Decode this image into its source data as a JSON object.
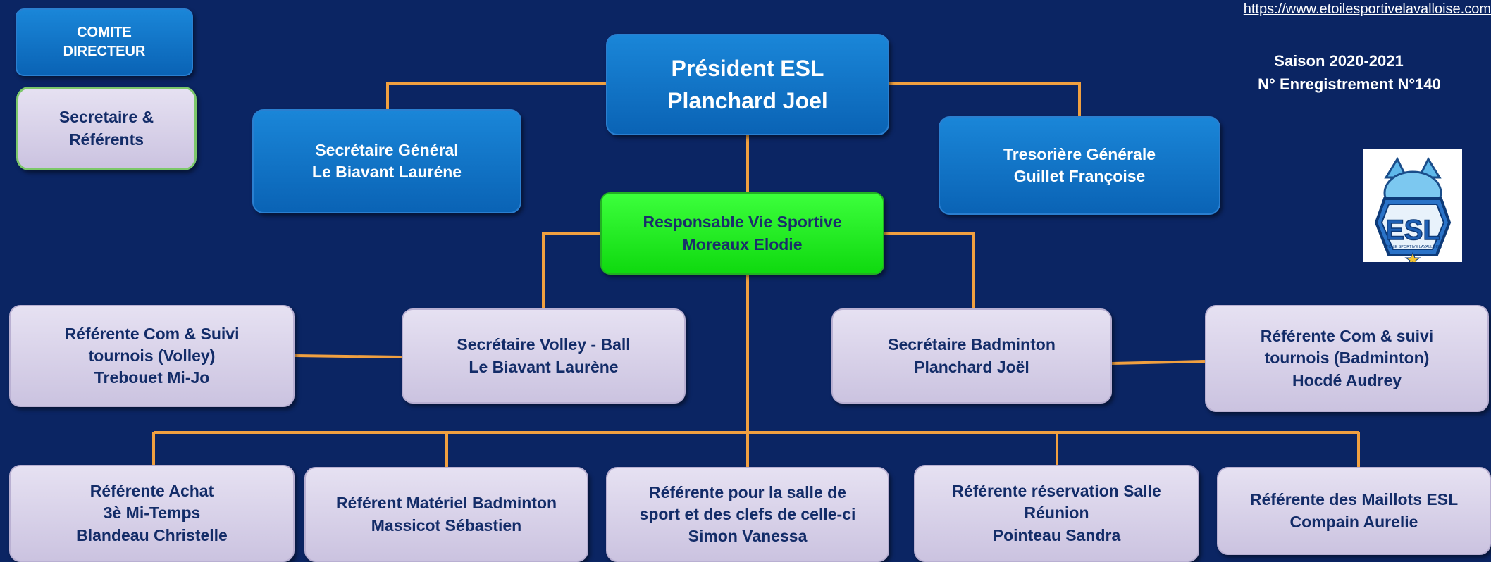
{
  "header": {
    "url": "https://www.etoilesportivelavalloise.com",
    "season_label": "Saison 2020-2021",
    "registration_label": "N° Enregistrement N°140"
  },
  "legend": {
    "comite": [
      "COMITE",
      "DIRECTEUR"
    ],
    "secretaire": [
      "Secretaire &",
      "Référents"
    ]
  },
  "nodes": {
    "president": [
      "Président ESL",
      "Planchard  Joel"
    ],
    "secretaire_general": [
      "Secrétaire Général",
      "Le Biavant Lauréne"
    ],
    "tresoriere": [
      "Tresorière  Générale",
      "Guillet Françoise"
    ],
    "responsable_vie": [
      "Responsable Vie Sportive",
      "Moreaux  Elodie"
    ],
    "secretaire_volley": [
      "Secrétaire Volley - Ball",
      "Le Biavant Laurène"
    ],
    "secretaire_badminton": [
      "Secrétaire Badminton",
      "Planchard  Joël"
    ],
    "referente_com_volley": [
      "Référente Com  & Suivi",
      "tournois   (Volley)",
      "Trebouet Mi-Jo"
    ],
    "referente_com_badminton": [
      "Référente Com  & suivi",
      "tournois  (Badminton)",
      "Hocdé Audrey"
    ],
    "referente_achat": [
      "Référente Achat",
      "3è Mi-Temps",
      "Blandeau Christelle"
    ],
    "referent_materiel": [
      "Référent Matériel  Badminton",
      "Massicot Sébastien"
    ],
    "referente_salle": [
      "Référente pour  la salle de",
      "sport  et des clefs de celle-ci",
      "Simon Vanessa"
    ],
    "referente_reservation": [
      "Référente  réservation Salle",
      "Réunion",
      "Pointeau  Sandra"
    ],
    "referente_maillots": [
      "Référente des  Maillots ESL",
      "Compain Aurelie"
    ]
  },
  "logo": {
    "text": "ESL",
    "subtitle": "ETOILE SPORTIVE LAVALLOISE"
  },
  "colors": {
    "background": "#0b2563",
    "connector": "#f0a040",
    "blue_box": "#0a6fc4",
    "lavender_box": "#d8d2ea",
    "green_box": "#20e820"
  }
}
